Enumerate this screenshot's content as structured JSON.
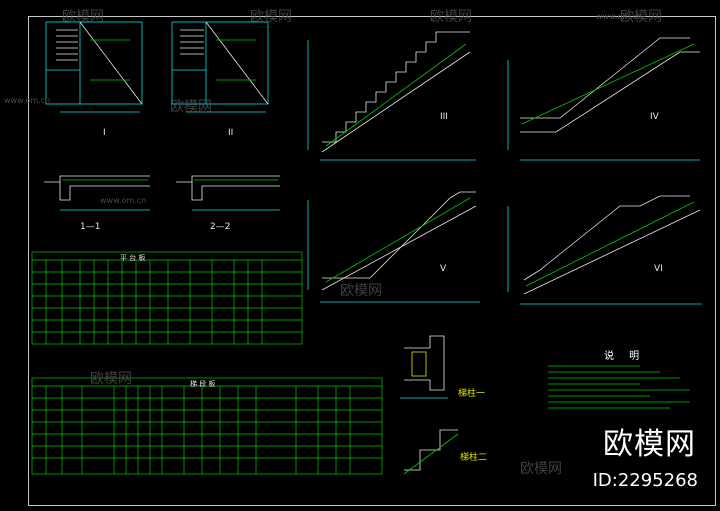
{
  "watermark": {
    "brand_text": "欧模网",
    "domain_text": "www.om.cn",
    "id_text": "ID:2295268"
  },
  "sections": {
    "sec_1_1": "1—1",
    "sec_2_2": "2—2",
    "roman_I_a": "I",
    "roman_I_b": "II",
    "roman_III": "III",
    "roman_IV": "IV",
    "roman_V": "V",
    "roman_VI": "VI",
    "ladder_beam_1": "梯柱一",
    "ladder_beam_2": "梯柱二"
  },
  "notes": {
    "title": "说 明"
  },
  "tables": {
    "table1_title": "平 台 板",
    "table2_title": "梯 段 板"
  },
  "colors": {
    "frame": "#c8c8c8",
    "cad_green": "#00c800",
    "cad_cyan": "#00e0e0",
    "cad_white": "#e8e8e8",
    "cad_yellow": "#e0e000",
    "cad_red": "#ff3030",
    "cad_magenta": "#e000e0"
  },
  "icons": {
    "brand_logo": "om-logo-icon"
  }
}
